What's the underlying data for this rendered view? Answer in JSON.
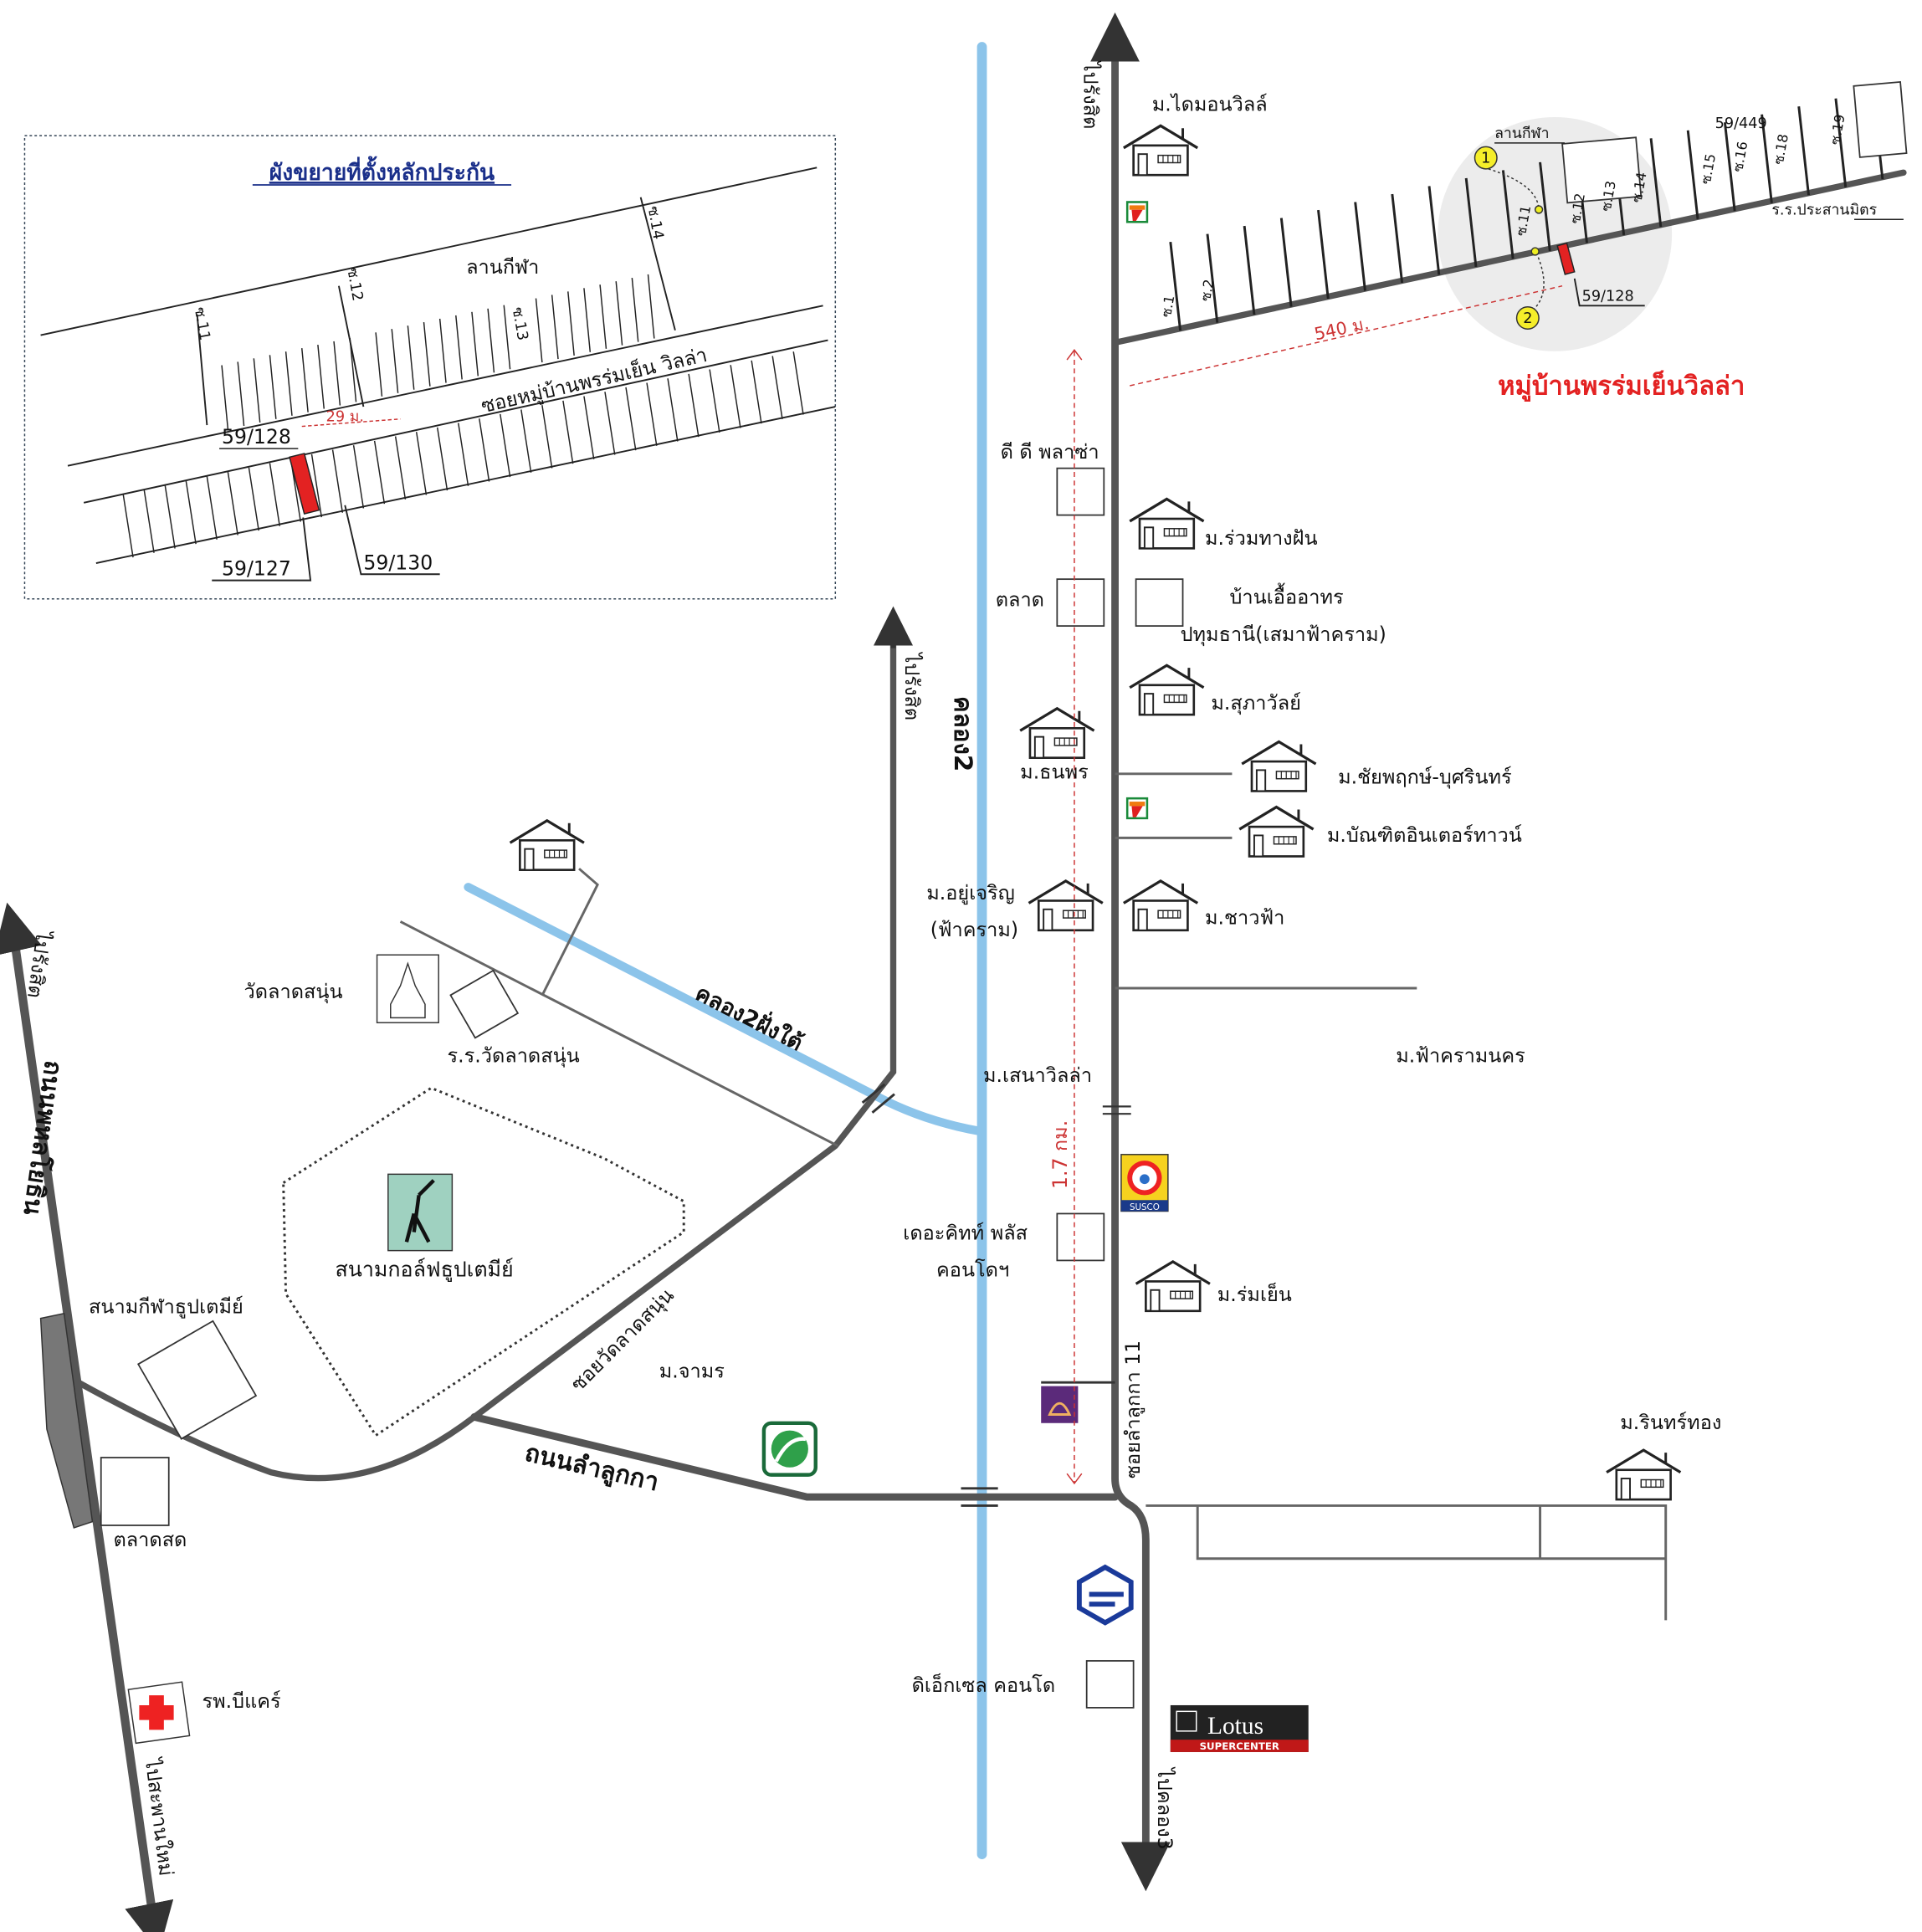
{
  "inset": {
    "title": "ผังขยายที่ตั้งหลักประกัน",
    "sports_field": "ลานกีฬา",
    "soi_labels": [
      "ซ.11",
      "ซ.12",
      "ซ.13",
      "ซ.14"
    ],
    "road_name": "ซอยหมู่บ้านพรร่มเย็น วิลล่า",
    "distance": "29 ม.",
    "plots": [
      "59/128",
      "59/127",
      "59/130"
    ]
  },
  "detail": {
    "village_title": "หมู่บ้านพรร่มเย็นวิลล่า",
    "sports_field": "ลานกีฬา",
    "plot_number": "59/128",
    "plot_449": "59/449",
    "school": "ร.ร.ประสานมิตร",
    "distance": "540 ม.",
    "markers": [
      "1",
      "2"
    ],
    "soi_labels": [
      "ซ.1",
      "ซ.2",
      "ซ.11",
      "ซ.12",
      "ซ.13",
      "ซ.14",
      "ซ.15",
      "ซ.16",
      "ซ.18",
      "ซ.19"
    ]
  },
  "roads": {
    "to_rangsit_top": "ไปรังสิต",
    "to_rangsit_mid": "ไปรังสิต",
    "to_rangsit_left": "ไปรังสิต",
    "khlong2": "คลอง2",
    "khlong2_south": "คลอง2ฝั่งใต้",
    "phahonyothin": "ถนนพหลโยธิน",
    "lam_luk_ka": "ถนนลำลูกกา",
    "soi_wat": "ซอยวัดลาดสนุ่น",
    "soi_11": "ซอยลำลูกกา 11",
    "to_khlong3": "ไปคลอง3",
    "to_saphan_mai": "ไปสะพานใหม่",
    "distance_17": "1.7 กม."
  },
  "places": {
    "diamond_ville": "ม.ไดมอนวิลล์",
    "dd_plaza": "ดี ดี พลาซ่า",
    "ruam_thang_fan": "ม.ร่วมทางฝัน",
    "market": "ตลาด",
    "elderly_home_1": "บ้านเอื้ออาทร",
    "elderly_home_2": "ปทุมธานี(เสมาฟ้าคราม)",
    "supawan": "ม.สุภาวัลย์",
    "thanaporn": "ม.ธนพร",
    "chaiyaphruek": "ม.ชัยพฤกษ์-บุศรินทร์",
    "bandit": "ม.บัณฑิตอินเตอร์ทาวน์",
    "yoocharoen_1": "ม.อยู่เจริญ",
    "yoocharoen_2": "(ฟ้าคราม)",
    "chaofa": "ม.ชาวฟ้า",
    "fakram_nakhon": "ม.ฟ้าครามนคร",
    "sena_villa": "ม.เสนาวิลล่า",
    "the_kith_1": "เดอะคิทท์ พลัส",
    "the_kith_2": "คอนโดฯ",
    "romyen": "ม.ร่มเย็น",
    "wat_ladsanun": "วัดลาดสนุ่น",
    "school_wat": "ร.ร.วัดลาดสนุ่น",
    "golf": "สนามกอล์ฟธูปเตมีย์",
    "stadium": "สนามกีฬาธูปเตมีย์",
    "chamorn": "ม.จามร",
    "fresh_market": "ตลาดสด",
    "hospital": "รพ.บีแคร์",
    "rinthong": "ม.รินทร์ทอง",
    "dcondo": "ดิเอ็กเซล คอนโด",
    "lotus": "Lotus",
    "lotus_sub": "SUPERCENTER",
    "susco": "SUSCO"
  },
  "colors": {
    "road": "#555555",
    "canal": "#8cc4ea",
    "highlight": "#e32222",
    "title_blue": "#1a2f8a"
  }
}
